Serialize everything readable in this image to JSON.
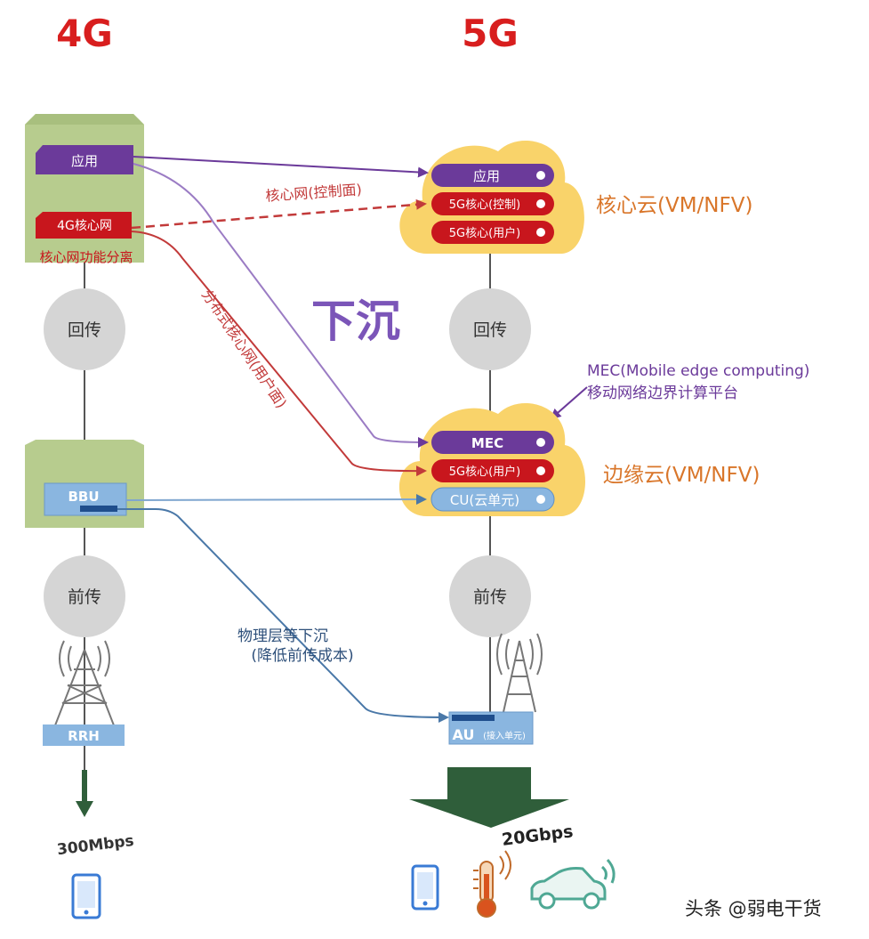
{
  "headings": {
    "left": "4G",
    "right": "5G"
  },
  "left_stack": {
    "app": "应用",
    "core": "4G核心网",
    "core_note": "核心网功能分离",
    "backhaul": "回传",
    "bbu": "BBU",
    "fronthaul": "前传",
    "rrh": "RRH",
    "speed": "300Mbps"
  },
  "right_stack": {
    "core_cloud": {
      "items": [
        "应用",
        "5G核心(控制)",
        "5G核心(用户)"
      ],
      "label": "核心云(VM/NFV)"
    },
    "backhaul": "回传",
    "edge_cloud": {
      "items": [
        "MEC",
        "5G核心(用户)",
        "CU(云单元)"
      ],
      "label": "边缘云(VM/NFV)"
    },
    "mec_note": [
      "MEC(Mobile edge computing)",
      "移动网络边界计算平台"
    ],
    "fronthaul": "前传",
    "au": "AU",
    "au_sub": "(接入单元)",
    "speed": "20Gbps"
  },
  "connectors": {
    "control_plane": "核心网(控制面)",
    "distributed_core": "分布式核心网(用户面)",
    "sink": "下沉",
    "physical_layer": [
      "物理层等下沉",
      "(降低前传成本)"
    ]
  },
  "watermark": "头条 @弱电干货",
  "colors": {
    "red_heading": "#d81e1e",
    "purple": "#6b3a9a",
    "red_pill": "#c8161d",
    "cloud": "#f9d36a",
    "green_box": "#b7cc8e",
    "blue_box": "#8ab6e0",
    "orange_text": "#d9762a",
    "circle": "#d5d5d5",
    "dark_green": "#2f5e3a"
  },
  "icons": [
    "phone-icon",
    "thermometer-icon",
    "car-icon",
    "antenna-tower-icon"
  ]
}
